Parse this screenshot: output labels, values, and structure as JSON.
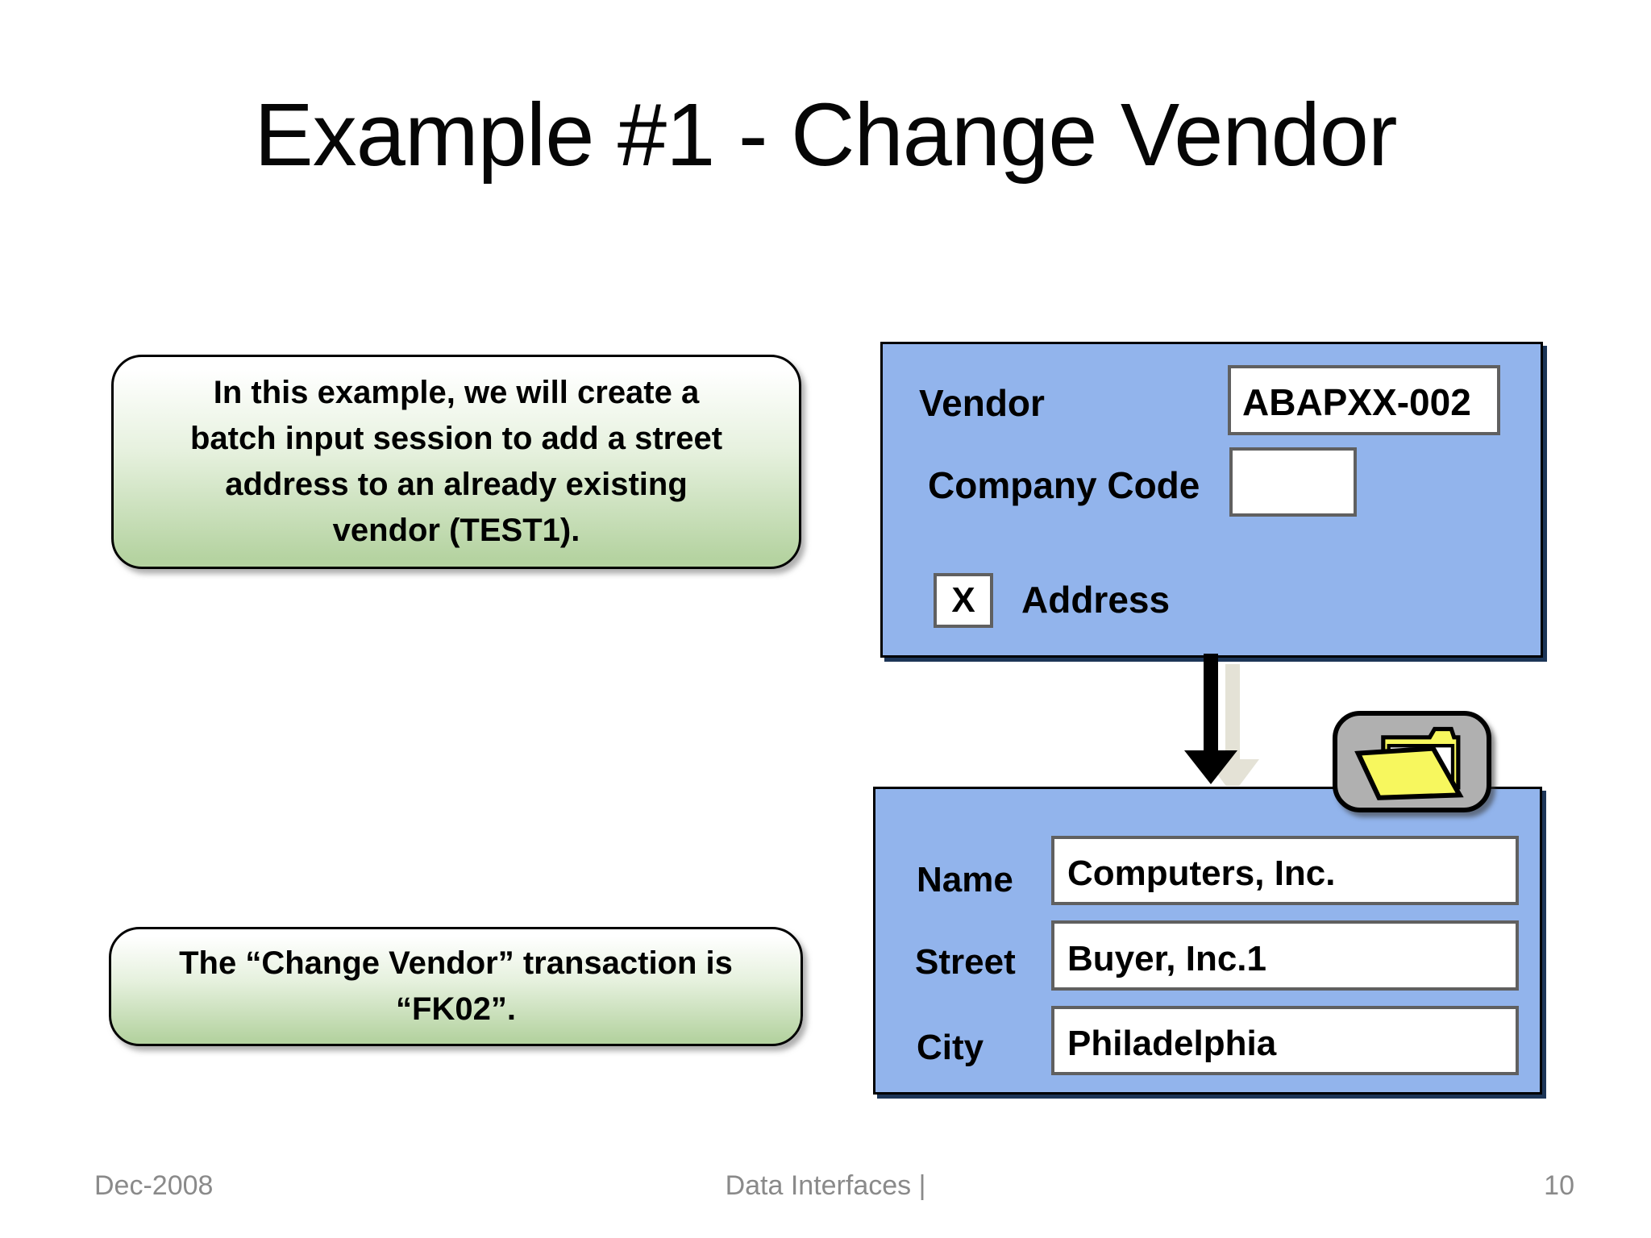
{
  "slide": {
    "title": "Example #1 - Change Vendor",
    "footer": {
      "date": "Dec-2008",
      "center": "Data Interfaces  |",
      "page": "10"
    }
  },
  "callouts": {
    "intro": {
      "lines": [
        "In this example, we will create a",
        "batch input session to add a street",
        "address to an already existing",
        "vendor (TEST1)."
      ]
    },
    "transaction": {
      "lines": [
        "The “Change Vendor” transaction is",
        "“FK02”."
      ]
    }
  },
  "vendor_form": {
    "vendor_label": "Vendor",
    "vendor_value": "ABAPXX-002",
    "company_code_label": "Company Code",
    "company_code_value": "",
    "address_checkbox": "X",
    "address_label": "Address"
  },
  "address_form": {
    "fields": [
      {
        "label": "Name",
        "value": "Computers, Inc."
      },
      {
        "label": "Street",
        "value": "Buyer, Inc.1"
      },
      {
        "label": "City",
        "value": "Philadelphia"
      }
    ]
  },
  "icons": {
    "arrow": "down-arrow-icon",
    "folder": "open-folder-icon"
  },
  "colors": {
    "panel_blue": "#92b4ec",
    "panel_shadow": "#1c3557",
    "callout_green": "#b5d3a1",
    "field_border": "#606060",
    "folder_gray": "#b0b0b0",
    "folder_yellow": "#f7f75e",
    "footer_gray": "#8a8a8a"
  }
}
